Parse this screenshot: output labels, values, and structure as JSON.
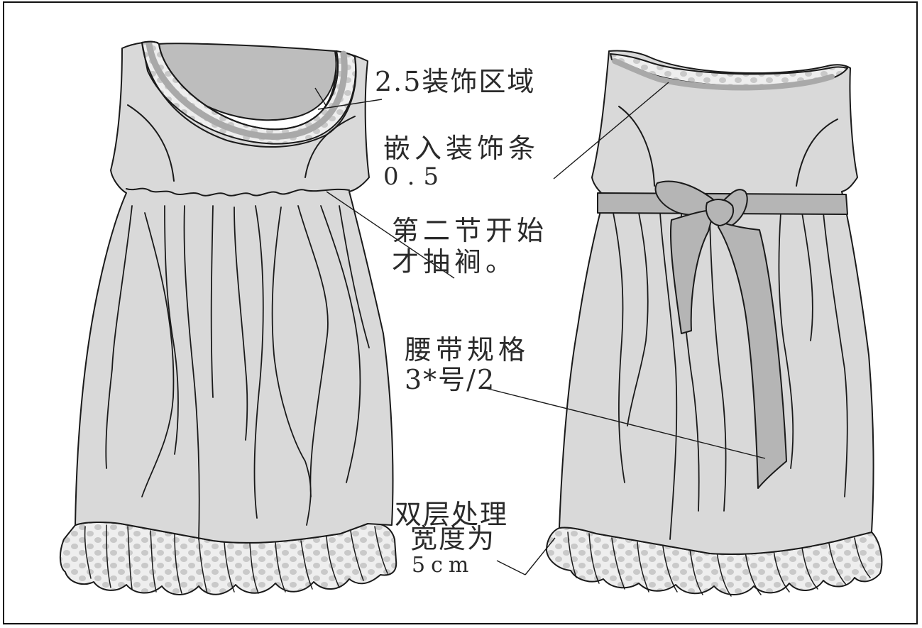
{
  "colors": {
    "garment_fill": "#d9d9d9",
    "collar_band": "#a9a9a9",
    "trim_base": "#eeeeee",
    "trim_dot": "#c8c8c8",
    "belt_fill": "#b5b5b5",
    "neck_inner": "#bdbdbd",
    "outline": "#1a1a1a"
  },
  "annotations": {
    "decor_area": "2.5装饰区域",
    "insert_trim_line1": "嵌入装饰条",
    "insert_trim_line2": "0.5",
    "gather_line1": "第二节开始",
    "gather_line2": "才抽裥。",
    "belt_line1": "腰带规格",
    "belt_line2": "3*号/2",
    "hem_line1": "双层处理",
    "hem_line2": "宽度为",
    "hem_line3": "5cm"
  }
}
